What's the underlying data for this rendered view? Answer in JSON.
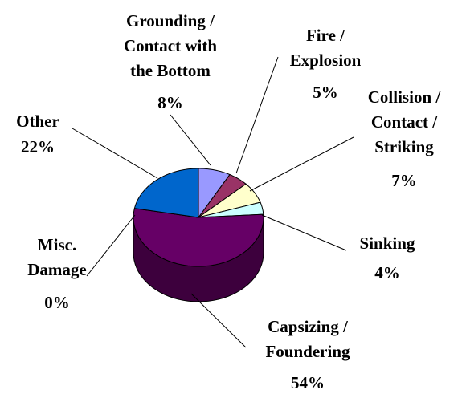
{
  "chart_data": {
    "type": "pie",
    "style": "3d-tilted",
    "legend": "none",
    "title": "",
    "slices": [
      {
        "key": "grounding",
        "name_lines": [
          "Grounding /",
          "Contact with",
          "the Bottom"
        ],
        "value": 8,
        "label": "8%",
        "color": "#9999ff",
        "side": "#6a6ab8"
      },
      {
        "key": "fire",
        "name_lines": [
          "Fire /",
          "Explosion"
        ],
        "value": 5,
        "label": "5%",
        "color": "#993366",
        "side": "#5e1f3f"
      },
      {
        "key": "collision",
        "name_lines": [
          "Collision /",
          "Contact /",
          "Striking"
        ],
        "value": 7,
        "label": "7%",
        "color": "#ffffcc",
        "side": "#b8b890"
      },
      {
        "key": "sinking",
        "name_lines": [
          "Sinking"
        ],
        "value": 4,
        "label": "4%",
        "color": "#ccffff",
        "side": "#8fb8b8"
      },
      {
        "key": "capsizing",
        "name_lines": [
          "Capsizing /",
          "Foundering"
        ],
        "value": 54,
        "label": "54%",
        "color": "#660066",
        "side": "#3d003d"
      },
      {
        "key": "misc",
        "name_lines": [
          "Misc.",
          "Damage"
        ],
        "value": 0,
        "label": "0%",
        "color": "#ff8080",
        "side": "#b85c5c"
      },
      {
        "key": "other",
        "name_lines": [
          "Other"
        ],
        "value": 22,
        "label": "22%",
        "color": "#0066cc",
        "side": "#004080"
      }
    ]
  }
}
